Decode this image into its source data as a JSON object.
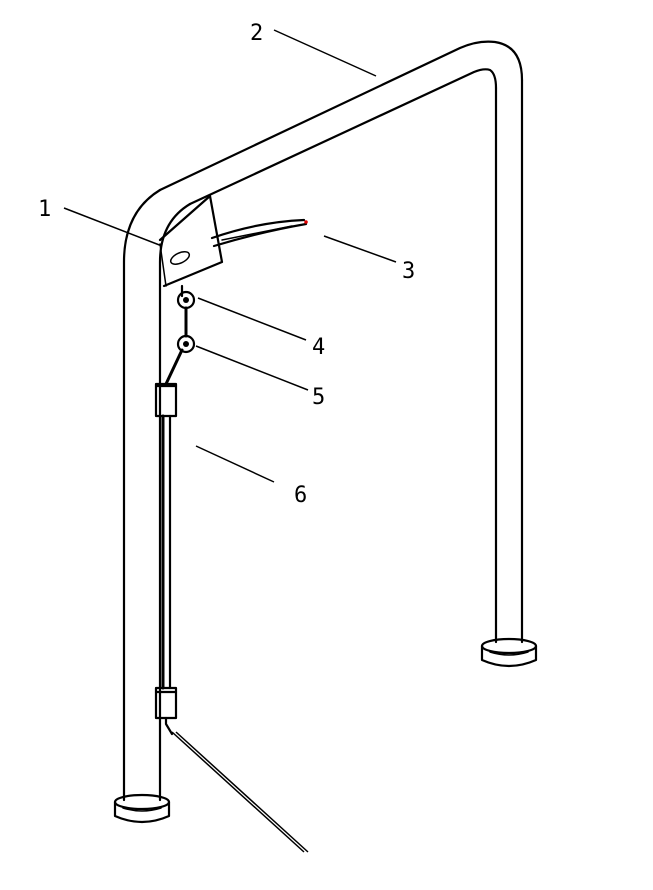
{
  "callouts": [
    {
      "id": "callout-1",
      "text": "1"
    },
    {
      "id": "callout-2",
      "text": "2"
    },
    {
      "id": "callout-3",
      "text": "3"
    },
    {
      "id": "callout-4",
      "text": "4"
    },
    {
      "id": "callout-5",
      "text": "5"
    },
    {
      "id": "callout-6",
      "text": "6"
    }
  ],
  "colors": {
    "line": "#000000",
    "background": "#ffffff",
    "accent_tip": "#e00000"
  }
}
